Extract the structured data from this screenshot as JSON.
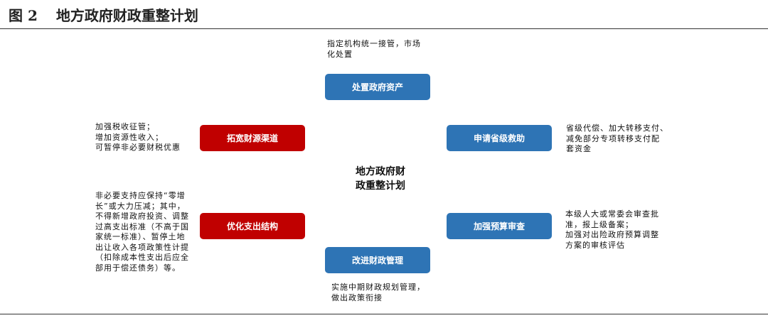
{
  "header": {
    "figure_number": "图 2",
    "title": "地方政府财政重整计划"
  },
  "diagram": {
    "center": "地方政府财\n政重整计划",
    "nodes": [
      {
        "label": "处置政府资产",
        "color": "#2e74b5",
        "note": "指定机构统一接管，市场\n化处置"
      },
      {
        "label": "拓宽财源渠道",
        "color": "#c00000",
        "note": "加强税收征管；\n增加资源性收入；\n可暂停非必要财税优惠"
      },
      {
        "label": "申请省级救助",
        "color": "#2e74b5",
        "note": "省级代偿、加大转移支付、\n减免部分专项转移支付配\n套资金"
      },
      {
        "label": "优化支出结构",
        "color": "#c00000",
        "note": "非必要支持应保持“零增\n长”或大力压减；其中，\n不得新增政府投资、调整\n过高支出标准（不高于国\n家统一标准）、暂停土地\n出让收入各项政策性计提\n（扣除成本性支出后应全\n部用于偿还债务）等。"
      },
      {
        "label": "加强预算审查",
        "color": "#2e74b5",
        "note": "本级人大或常委会审查批\n准，报上级备案；\n加强对出险政府预算调整\n方案的审核评估"
      },
      {
        "label": "改进财政管理",
        "color": "#2e74b5",
        "note": "实施中期财政规划管理，\n做出政策衔接"
      }
    ]
  }
}
